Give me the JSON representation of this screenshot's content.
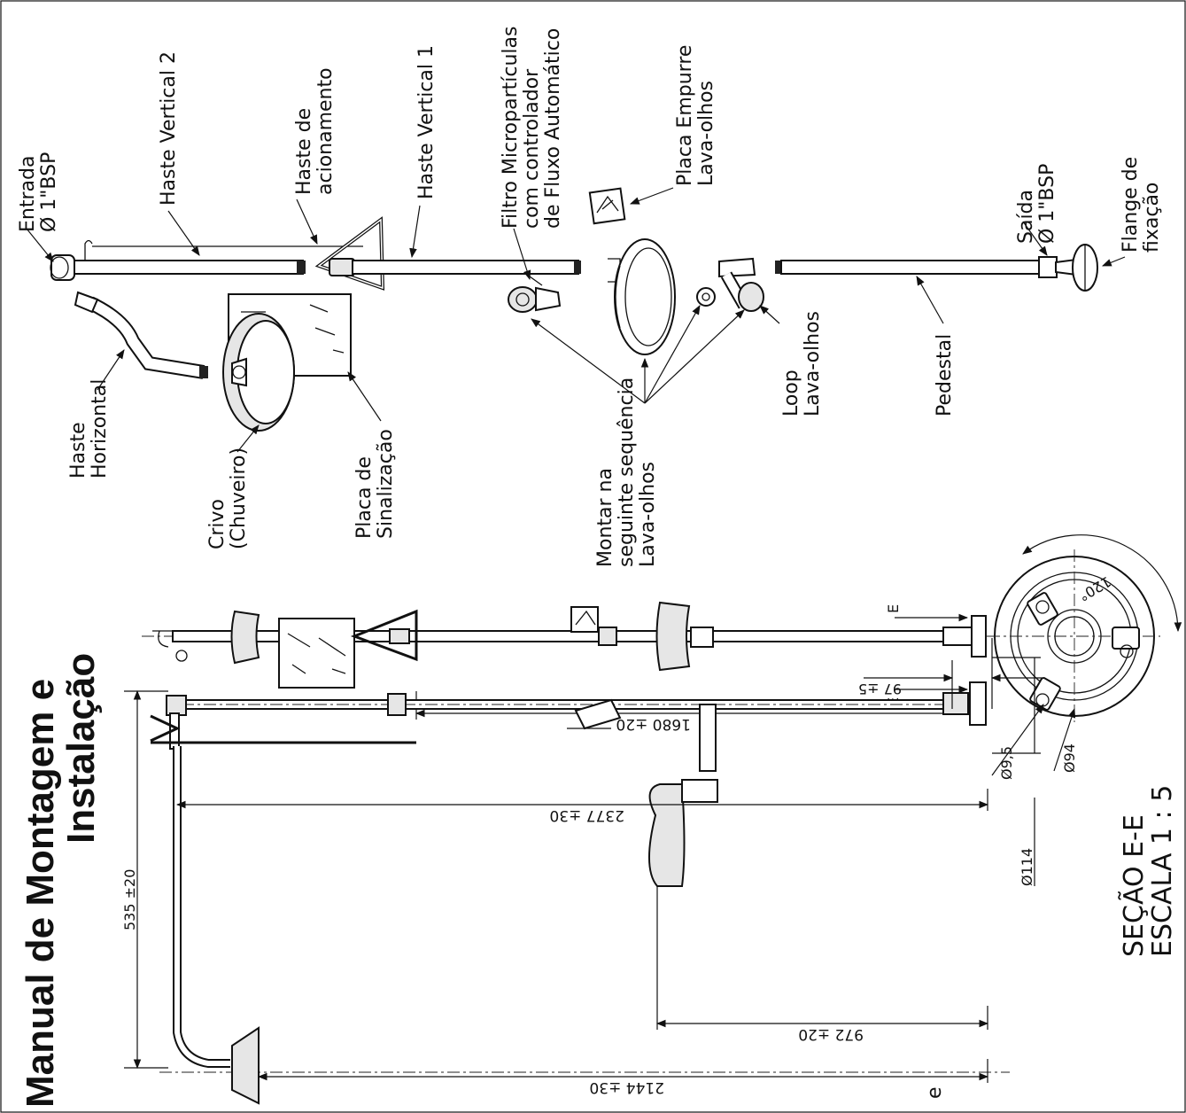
{
  "title": {
    "line1": "Manual de Montagem e",
    "line2": "Instalação"
  },
  "labels": {
    "entrada": [
      "Entrada",
      "Ø 1\"BSP"
    ],
    "haste_vertical_2": "Haste Vertical 2",
    "haste_acionamento": [
      "Haste de",
      "acionamento"
    ],
    "haste_vertical_1": "Haste Vertical 1",
    "filtro": [
      "Filtro Micropartículas",
      "com controlador",
      "de Fluxo Automático"
    ],
    "placa_empurre": [
      "Placa Empurre",
      "Lava-olhos"
    ],
    "saida": [
      "Saída",
      "Ø 1\"BSP"
    ],
    "flange": [
      "Flange de",
      "fixação"
    ],
    "haste_horizontal": [
      "Haste",
      "Horizontal"
    ],
    "crivo": [
      "Crivo",
      "(Chuveiro)"
    ],
    "placa_sinalizacao": [
      "Placa de",
      "Sinalização"
    ],
    "montar": [
      "Montar na",
      "seguinte sequência",
      "Lava-olhos"
    ],
    "loop": [
      "Loop",
      "Lava-olhos"
    ],
    "pedestal": "Pedestal"
  },
  "dimensions": {
    "d1680": "1680 ±20",
    "d2377": "2377 ±30",
    "d97": "97 ±5",
    "d535": "535 ±20",
    "d972": "972 ±20",
    "d2144": "2144 ±30",
    "d114": "Ø114",
    "d9_5": "Ø9,5",
    "d94": "Ø94",
    "angle": "120°"
  },
  "section": {
    "marker": "E",
    "line1": "SEÇÃO E-E",
    "line2": "ESCALA 1 : 5"
  },
  "corner_letter": "e",
  "icons": [
    "shower-head-icon",
    "eyewash-bowl-icon",
    "push-plate-icon",
    "filter-valve-icon"
  ]
}
